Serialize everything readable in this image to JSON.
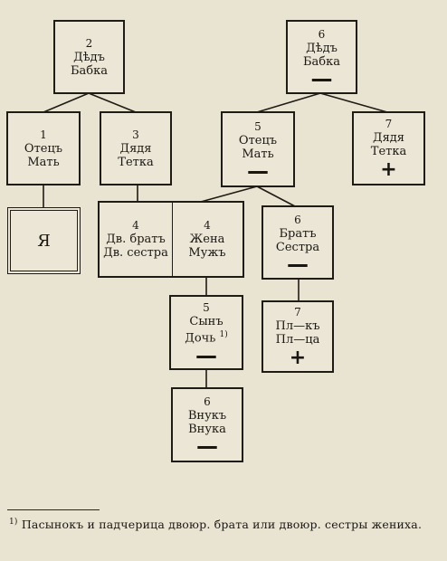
{
  "nodes": [
    {
      "id": "grandparents-father-side",
      "lines": [
        "2",
        "Дѣдъ",
        "Бабка"
      ],
      "sign": ""
    },
    {
      "id": "grandparents-mother-side",
      "lines": [
        "6",
        "Дѣдъ",
        "Бабка"
      ],
      "sign": "—"
    },
    {
      "id": "father-mother",
      "lines": [
        "1",
        "Отецъ",
        "Мать"
      ],
      "sign": ""
    },
    {
      "id": "uncle-aunt-left",
      "lines": [
        "3",
        "Дядя",
        "Тетка"
      ],
      "sign": ""
    },
    {
      "id": "father-mother-2",
      "lines": [
        "5",
        "Отецъ",
        "Мать"
      ],
      "sign": "—"
    },
    {
      "id": "uncle-aunt-right",
      "lines": [
        "7",
        "Дядя",
        "Тетка"
      ],
      "sign": "+"
    },
    {
      "id": "self",
      "lines": [
        "Я"
      ],
      "sign": ""
    },
    {
      "id": "cousin-brother-sister",
      "lines": [
        "4",
        "Дв. братъ",
        "Дв. сестра"
      ],
      "sign": ""
    },
    {
      "id": "wife-husband",
      "lines": [
        "4",
        "Жена",
        "Мужъ"
      ],
      "sign": ""
    },
    {
      "id": "brother-sister",
      "lines": [
        "6",
        "Братъ",
        "Сестра"
      ],
      "sign": "—"
    },
    {
      "id": "son-daughter",
      "lines": [
        "5",
        "Сынъ",
        "Дочь"
      ],
      "footmark": "1)",
      "sign": "—"
    },
    {
      "id": "nephew-niece",
      "lines": [
        "7",
        "Пл—къ",
        "Пл—ца"
      ],
      "sign": "+"
    },
    {
      "id": "grandson-granddaughter",
      "lines": [
        "6",
        "Внукъ",
        "Внука"
      ],
      "sign": "—"
    }
  ],
  "footnote": {
    "mark": "1)",
    "text": "Пасынокъ и падчерица двоюр. брата или двоюр. сестры жениха."
  }
}
